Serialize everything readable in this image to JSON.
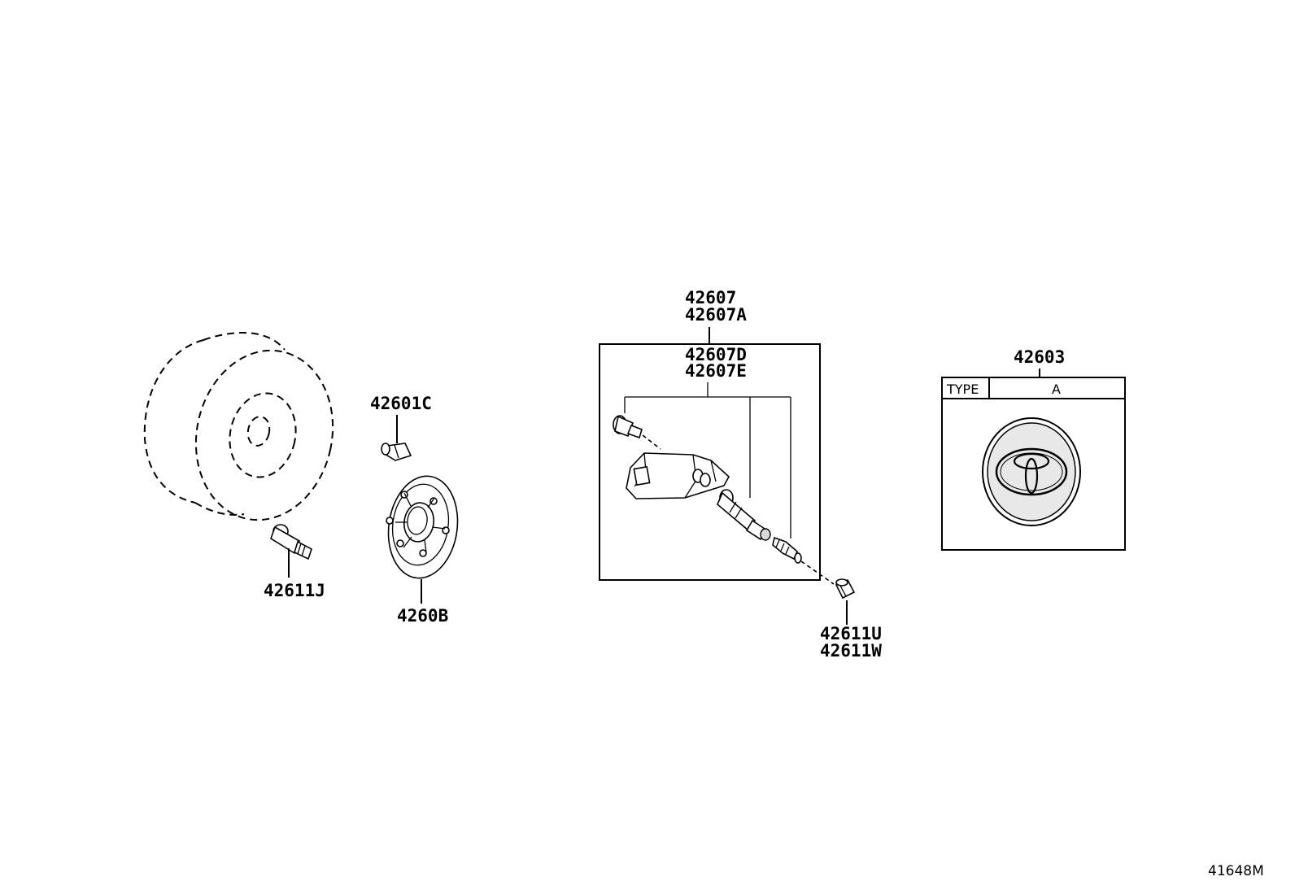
{
  "labels": {
    "valve_left": "42611J",
    "nut": "42601C",
    "balance_weight": "4260B",
    "sensor_kit_1": "42607",
    "sensor_kit_2": "42607A",
    "sensor_sub_1": "42607D",
    "sensor_sub_2": "42607E",
    "cap_1": "42611U",
    "cap_2": "42611W",
    "ornament": "42603",
    "diagram_ref": "41648M"
  },
  "type_table": {
    "header_type": "TYPE",
    "header_value": "A"
  }
}
